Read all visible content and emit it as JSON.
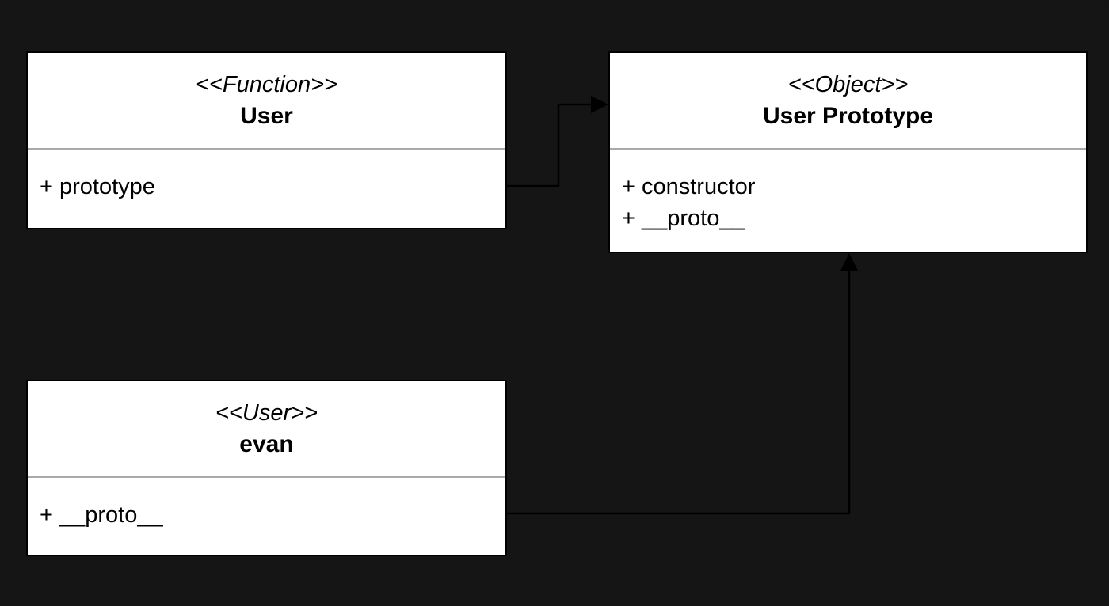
{
  "colors": {
    "background": "#151515",
    "box_fill": "#ffffff",
    "box_border": "#000000",
    "divider": "#a9a9a9",
    "text": "#000000",
    "connector": "#000000"
  },
  "classes": [
    {
      "stereotype": "<<Function>>",
      "name": "User",
      "attributes": [
        "+ prototype"
      ]
    },
    {
      "stereotype": "<<Object>>",
      "name": "User Prototype",
      "attributes": [
        "+ constructor",
        "+ __proto__"
      ]
    },
    {
      "stereotype": "<<User>>",
      "name": "evan",
      "attributes": [
        "+ __proto__"
      ]
    }
  ],
  "connectors": [
    {
      "from": "User : + prototype",
      "to": "User Prototype : left side",
      "style": "elbow, solid black, filled arrowhead pointing right"
    },
    {
      "from": "evan : + __proto__",
      "to": "User Prototype : bottom",
      "style": "elbow, solid black, filled arrowhead pointing up"
    }
  ]
}
